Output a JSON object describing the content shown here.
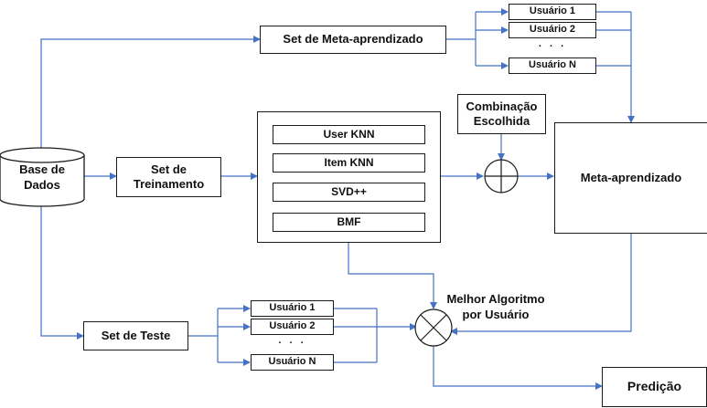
{
  "nodes": {
    "base_dados": "Base de\nDados",
    "set_meta": "Set de Meta-aprendizado",
    "set_treino": "Set de\nTreinamento",
    "set_teste": "Set de Teste",
    "meta_aprendizado": "Meta-aprendizado",
    "predicao": "Predição",
    "combinacao": "Combinação\nEscolhida",
    "melhor_algoritmo": "Melhor Algoritmo\npor Usuário"
  },
  "algorithms": [
    "User KNN",
    "Item KNN",
    "SVD++",
    "BMF"
  ],
  "users_top": [
    "Usuário 1",
    "Usuário 2",
    "Usuário N"
  ],
  "users_bottom": [
    "Usuário 1",
    "Usuário 2",
    "Usuário N"
  ],
  "ellipsis": ". . .",
  "colors": {
    "wire": "#4472c4",
    "border": "#1a1a1a"
  }
}
